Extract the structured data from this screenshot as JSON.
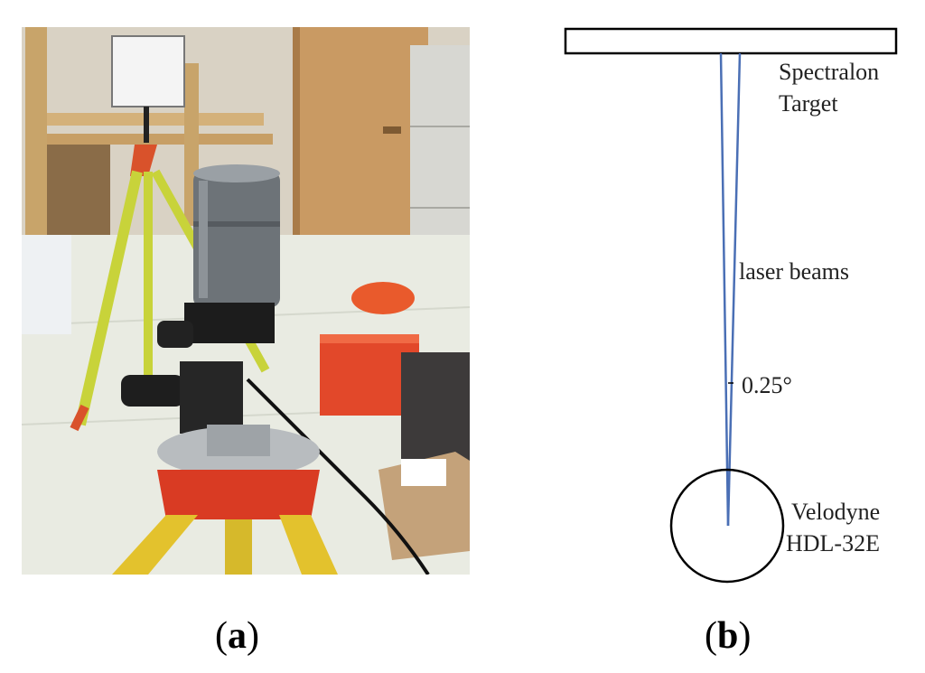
{
  "panel_a": {
    "caption_open": "(",
    "caption_letter": "a",
    "caption_close": ")"
  },
  "panel_b": {
    "caption_open": "(",
    "caption_letter": "b",
    "caption_close": ")",
    "target_label_line1": "Spectralon",
    "target_label_line2": "Target",
    "beams_label": "laser beams",
    "angle_label": "0.25°",
    "sensor_label_line1": "Velodyne",
    "sensor_label_line2": "HDL-32E",
    "beam_color": "#4a6fb5",
    "outline_color": "#000000"
  }
}
